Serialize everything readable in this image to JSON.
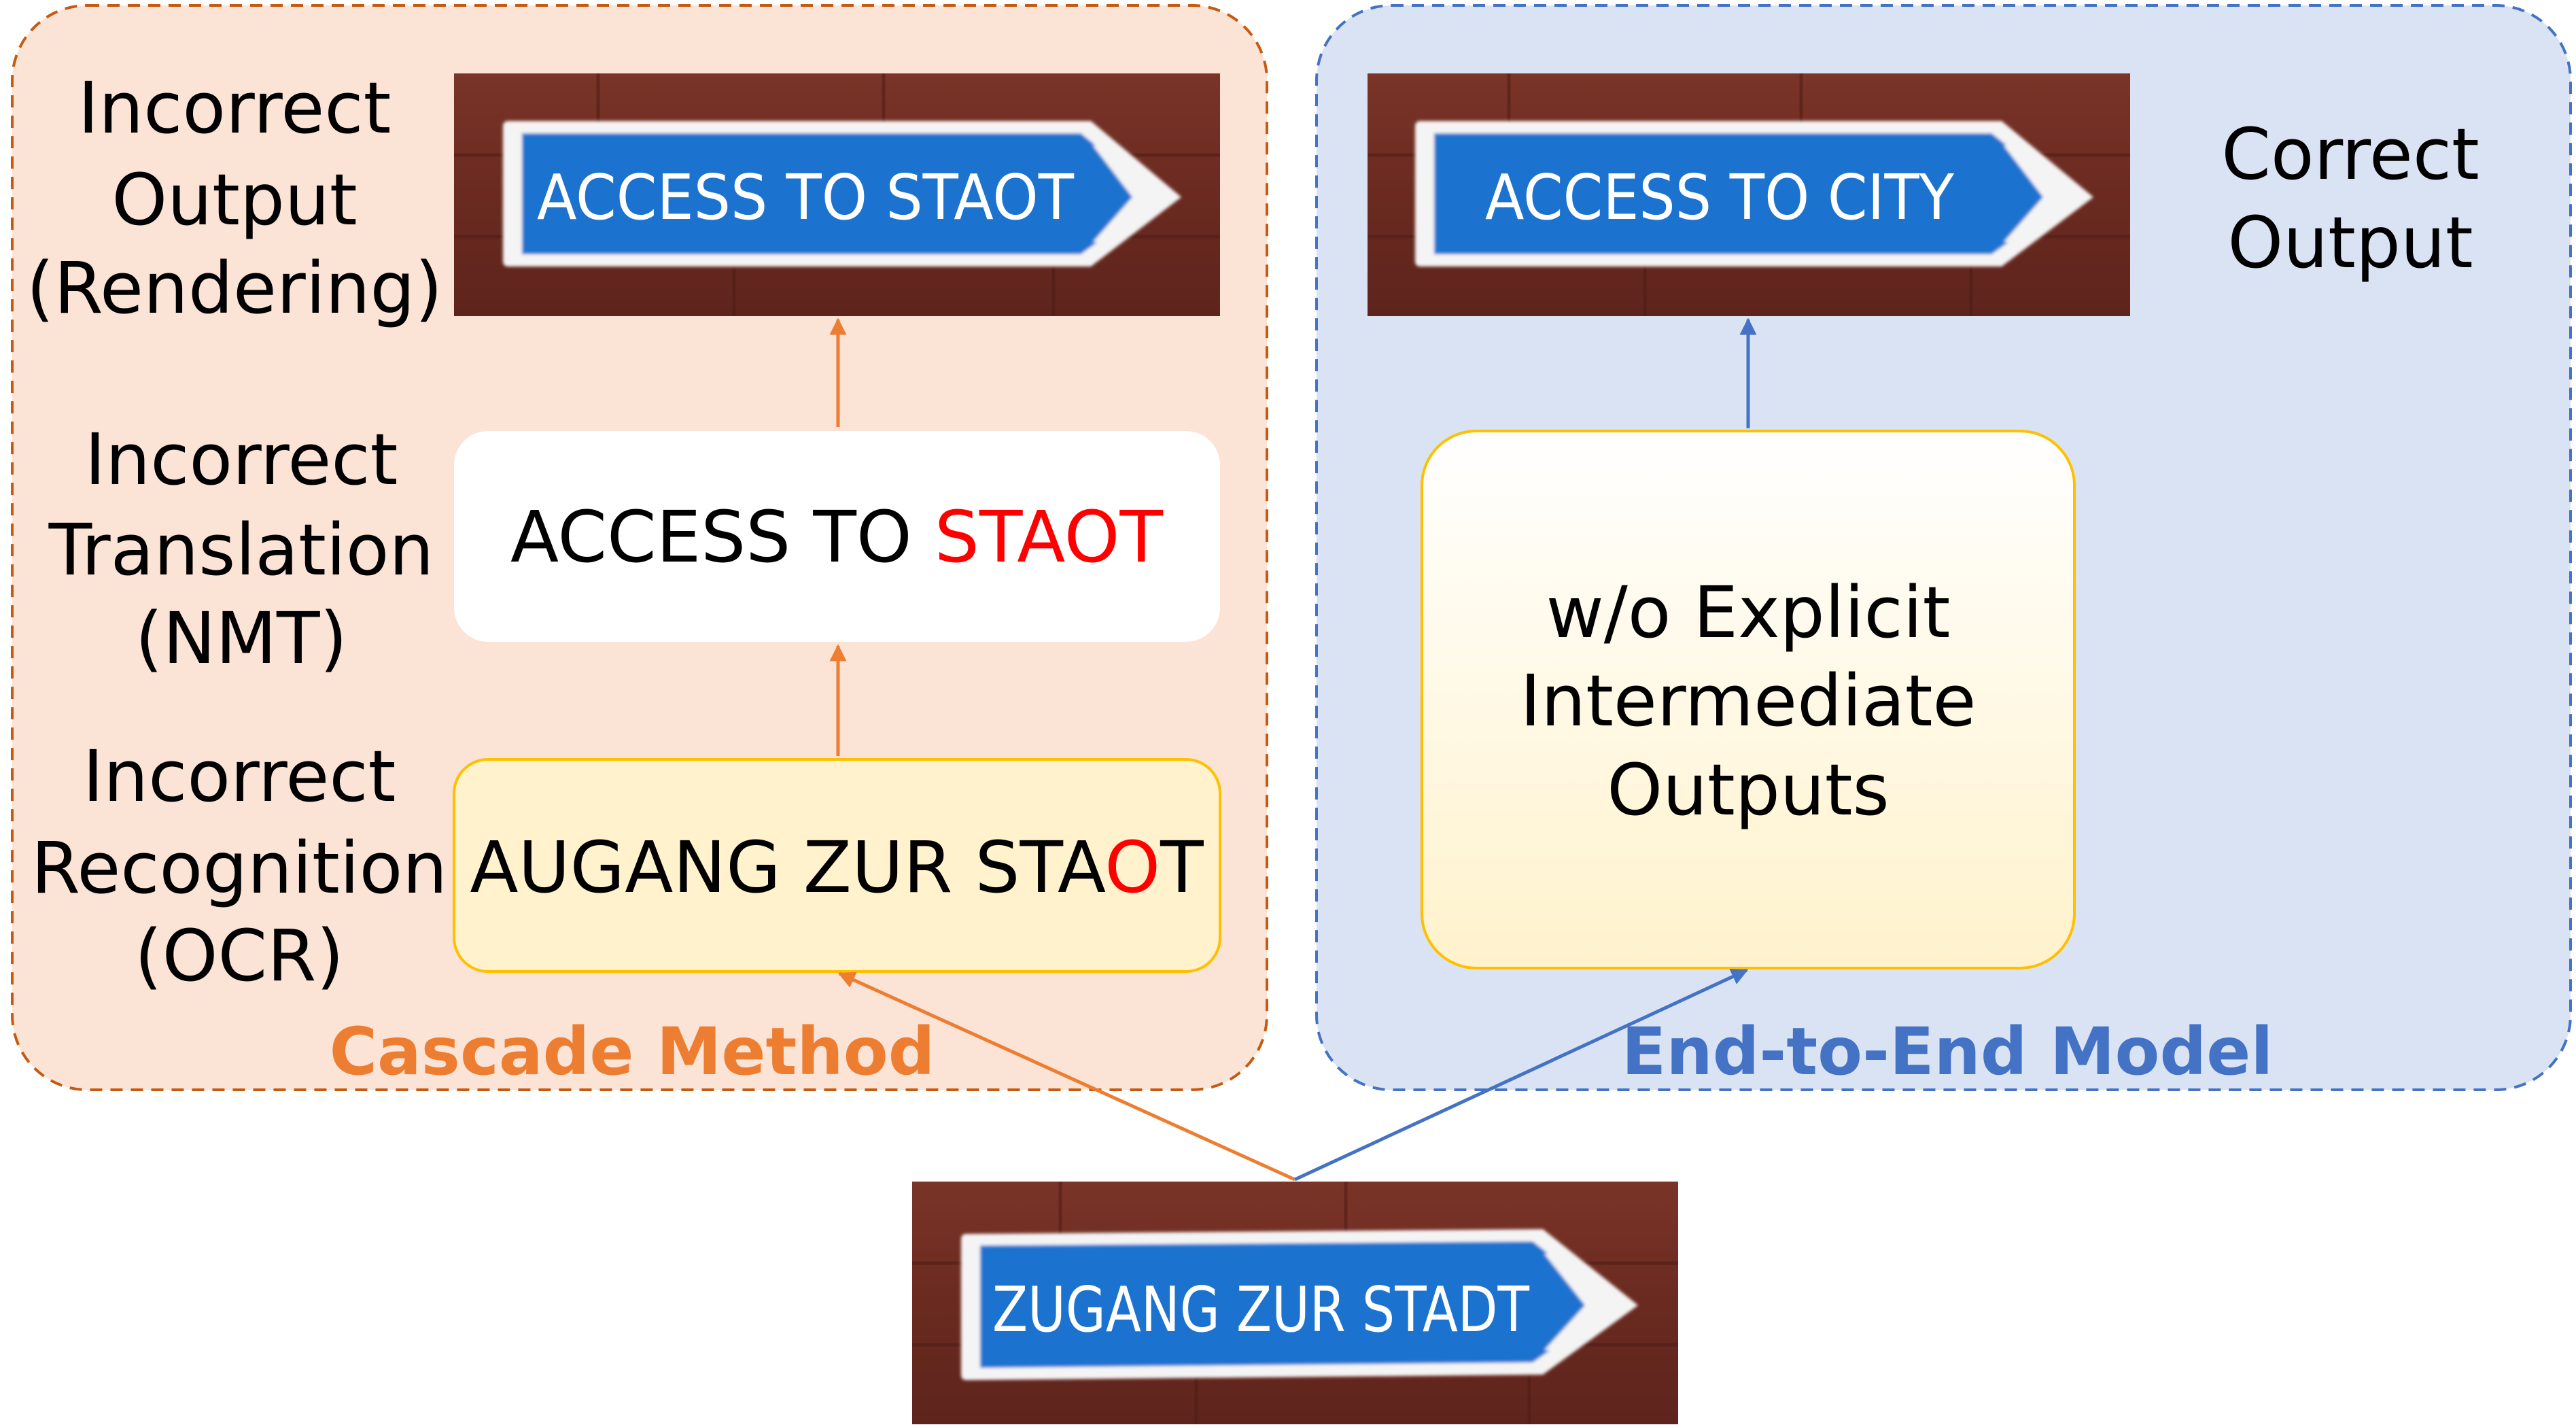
{
  "cascade": {
    "title": "Cascade Method",
    "output_label": [
      "Incorrect",
      "Output",
      "(Rendering)"
    ],
    "translation_label": [
      "Incorrect",
      "Translation",
      "(NMT)"
    ],
    "recognition_label": [
      "Incorrect",
      "Recognition",
      "(OCR)"
    ],
    "output_sign_text": "ACCESS TO STAOT",
    "translation_text": {
      "prefix": "ACCESS TO ",
      "error": "STAOT"
    },
    "recognition_text": {
      "prefix": "AUGANG ZUR STA",
      "error": "O",
      "suffix": "T"
    }
  },
  "end_to_end": {
    "title": "End-to-End Model",
    "output_label": [
      "Correct",
      "Output"
    ],
    "output_sign_text": "ACCESS TO CITY",
    "middle_text": [
      "w/o Explicit",
      "Intermediate",
      "Outputs"
    ]
  },
  "input": {
    "sign_text": "ZUGANG ZUR STADT"
  },
  "colors": {
    "cascade_accent": "#ED7D31",
    "cascade_fill": "#FBE3D6",
    "cascade_border": "#C55A11",
    "e2e_accent": "#4472C4",
    "e2e_fill": "#DAE3F3",
    "error": "#FF0000",
    "ocr_fill": "#FFF2CC",
    "ocr_border": "#FFC000",
    "sign_blue": "#1A73CF",
    "brick": "#6E2C22"
  }
}
